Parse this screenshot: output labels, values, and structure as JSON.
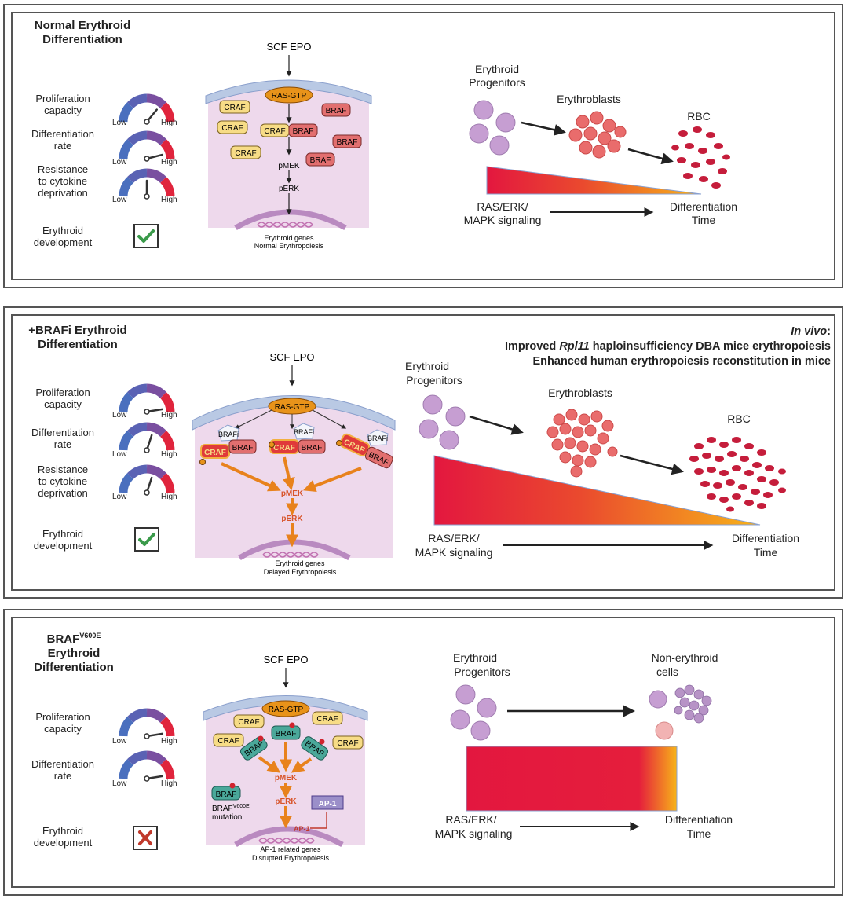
{
  "panels": [
    {
      "title_line1": "Normal Erythroid",
      "title_line2": "Differentiation",
      "ligands": "SCF EPO",
      "metrics": [
        "Proliferation capacity",
        "Differentiation rate",
        "Resistance to cytokine deprivation"
      ],
      "metric_lines": [
        [
          "Proliferation",
          "capacity"
        ],
        [
          "Differentiation",
          "rate"
        ],
        [
          "Resistance",
          "to cytokine",
          "deprivation"
        ]
      ],
      "gauge_low": "Low",
      "gauge_high": "High",
      "dev_lines": [
        "Erythroid",
        "development"
      ],
      "dev_status": "check",
      "ras": "RAS-GTP",
      "craf": "CRAF",
      "braf": "BRAF",
      "pmek": "pMEK",
      "perk": "pERK",
      "genes_line1": "Erythroid genes",
      "genes_line2": "Normal Erythropoiesis",
      "progenitors_lines": [
        "Erythroid",
        "Progenitors"
      ],
      "erythroblasts": "Erythroblasts",
      "rbc": "RBC",
      "signaling_lines": [
        "RAS/ERK/",
        "MAPK signaling"
      ],
      "time_lines": [
        "Differentiation",
        "Time"
      ]
    },
    {
      "title_line1": "+BRAFi Erythroid",
      "title_line2": "Differentiation",
      "ligands": "SCF EPO",
      "brafi": "BRAFi",
      "invivo_italic": "In vivo",
      "invivo_colon": ":",
      "invivo_line2_pre": "Improved ",
      "invivo_line2_gene": "Rpl11",
      "invivo_line2_post": " haploinsufficiency DBA mice erythropoiesis",
      "invivo_line3": "Enhanced human erythropoiesis reconstitution in mice",
      "genes_line1": "Erythroid genes",
      "genes_line2": "Delayed Erythropoiesis",
      "dev_status": "check"
    },
    {
      "title_line1_main": "BRAF",
      "title_line1_sup": "V600E",
      "title_line2": "Erythroid",
      "title_line3": "Differentiation",
      "ligands": "SCF EPO",
      "metrics": [
        "Proliferation capacity",
        "Differentiation rate"
      ],
      "mutation_label_main": "BRAF",
      "mutation_label_sup": "V600E",
      "mutation_word": "mutation",
      "ap1": "AP-1",
      "genes_line1": "AP-1 related genes",
      "genes_line2": "Disrupted Erythropoiesis",
      "non_erythroid_lines": [
        "Non-erythroid",
        "cells"
      ],
      "dev_status": "cross"
    }
  ],
  "gauge_levels": {
    "panel1": [
      0.72,
      0.92,
      0.5
    ],
    "panel2": [
      0.95,
      0.6,
      0.6
    ],
    "panel3": [
      0.95,
      0.95
    ]
  },
  "colors": {
    "gauge_low": "#4a6fbe",
    "gauge_mid": "#7a4fa0",
    "gauge_high": "#e0243c",
    "cell_interior": "#eed9ec",
    "membrane": "#b9c9e4",
    "craf_fill": "#f7dc86",
    "braf_fill": "#e26f6f",
    "braf_mutant_fill": "#4aa89a",
    "ras_fill": "#e8931a",
    "signal_arrow": "#e8821c",
    "gradient_start": "#e3173f",
    "gradient_end": "#f7b319",
    "progenitor": "#c69ed2",
    "erythroblast": "#e96c6c",
    "rbc": "#c51d3b",
    "check": "#3a9a4a",
    "cross": "#c0392b"
  }
}
